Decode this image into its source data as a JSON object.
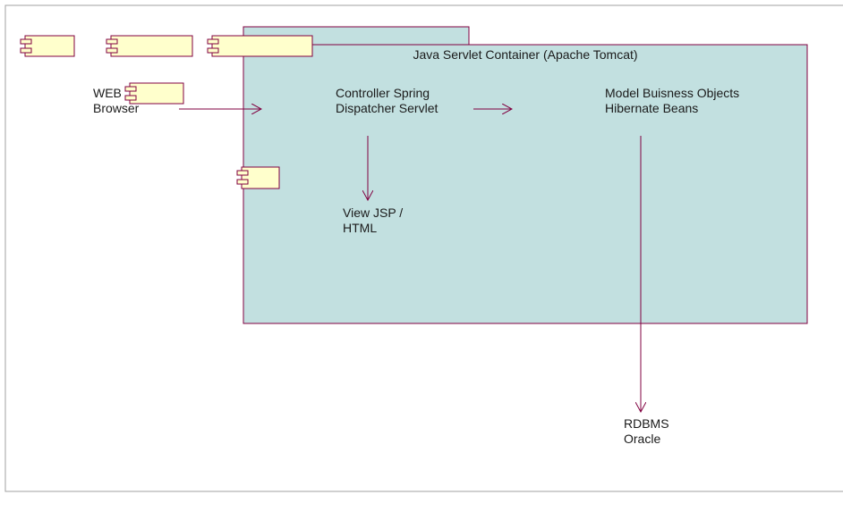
{
  "diagram": {
    "container_title": "Java Servlet Container (Apache Tomcat)",
    "browser": [
      "WEB",
      "Browser"
    ],
    "controller": [
      "Controller Spring",
      "Dispatcher Servlet"
    ],
    "model": [
      "Model Buisness Objects",
      "Hibernate  Beans"
    ],
    "view": [
      "View JSP /",
      "HTML"
    ],
    "database": [
      "RDBMS",
      "Oracle"
    ]
  },
  "colors": {
    "container_fill": "#c2e0e0",
    "component_fill": "#ffffcc",
    "stroke": "#800040"
  }
}
